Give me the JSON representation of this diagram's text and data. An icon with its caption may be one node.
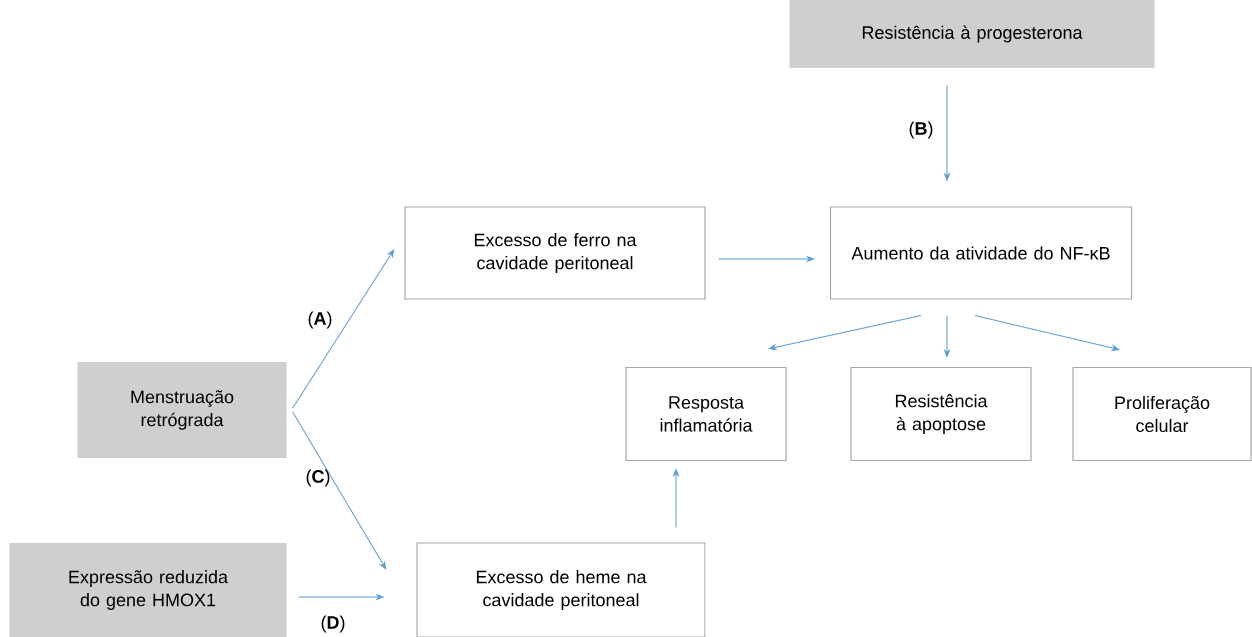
{
  "diagram": {
    "nodes": [
      {
        "text": [
          "Resistência à progesterona"
        ]
      },
      {
        "text": [
          "Excesso de ferro na cavidade peritoneal"
        ]
      },
      {
        "text": [
          "Aumento da atividade do NF-κB"
        ]
      },
      {
        "text": [
          "Menstruação retrógrada"
        ]
      },
      {
        "text": [
          "Resposta inflamatória"
        ]
      },
      {
        "text": [
          "Resistência à apoptose"
        ]
      },
      {
        "text": [
          "Proliferação celular"
        ]
      },
      {
        "text": [
          "Expressão reduzida do gene HMOX1"
        ]
      },
      {
        "text": [
          "Excesso de heme na cavidade peritoneal"
        ]
      }
    ],
    "edges": [
      {
        "from": 0,
        "to": 2,
        "arrow": "to",
        "label": "(**B**)"
      },
      {
        "from": 3,
        "to": 1,
        "arrow": "to",
        "label": "(**A**)"
      },
      {
        "from": 1,
        "to": 2,
        "arrow": "to"
      },
      {
        "from": 2,
        "to": 4,
        "arrow": "to"
      },
      {
        "from": 2,
        "to": 5,
        "arrow": "to"
      },
      {
        "from": 2,
        "to": 6,
        "arrow": "to"
      },
      {
        "from": 3,
        "to": 8,
        "arrow": "to",
        "label": "(**C**)"
      },
      {
        "from": 7,
        "to": 8,
        "arrow": "to",
        "label": "(**D**)"
      },
      {
        "from": 8,
        "to": 4,
        "arrow": "to"
      }
    ]
  }
}
